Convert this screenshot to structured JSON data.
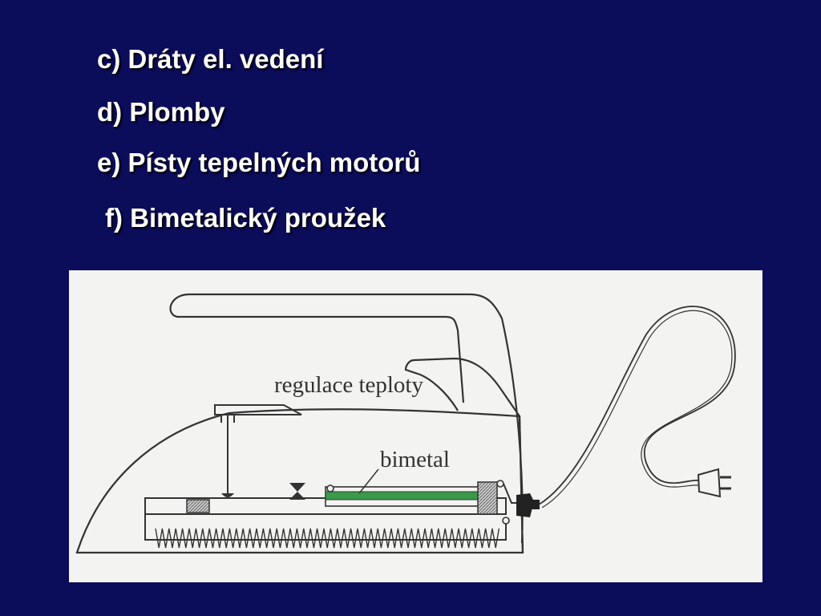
{
  "slide": {
    "items": [
      "c) Dráty el. vedení",
      "d) Plomby",
      "e) Písty tepelných motorů",
      "f) Bimetalický proužek"
    ]
  },
  "figure": {
    "labels": {
      "temperature_control": "regulace teploty",
      "bimetal": "bimetal"
    },
    "colors": {
      "bimetal_strip": "#3a9a4a",
      "line": "#333333",
      "background": "#f3f4f1",
      "slide_background": "#0b0c5a"
    }
  }
}
